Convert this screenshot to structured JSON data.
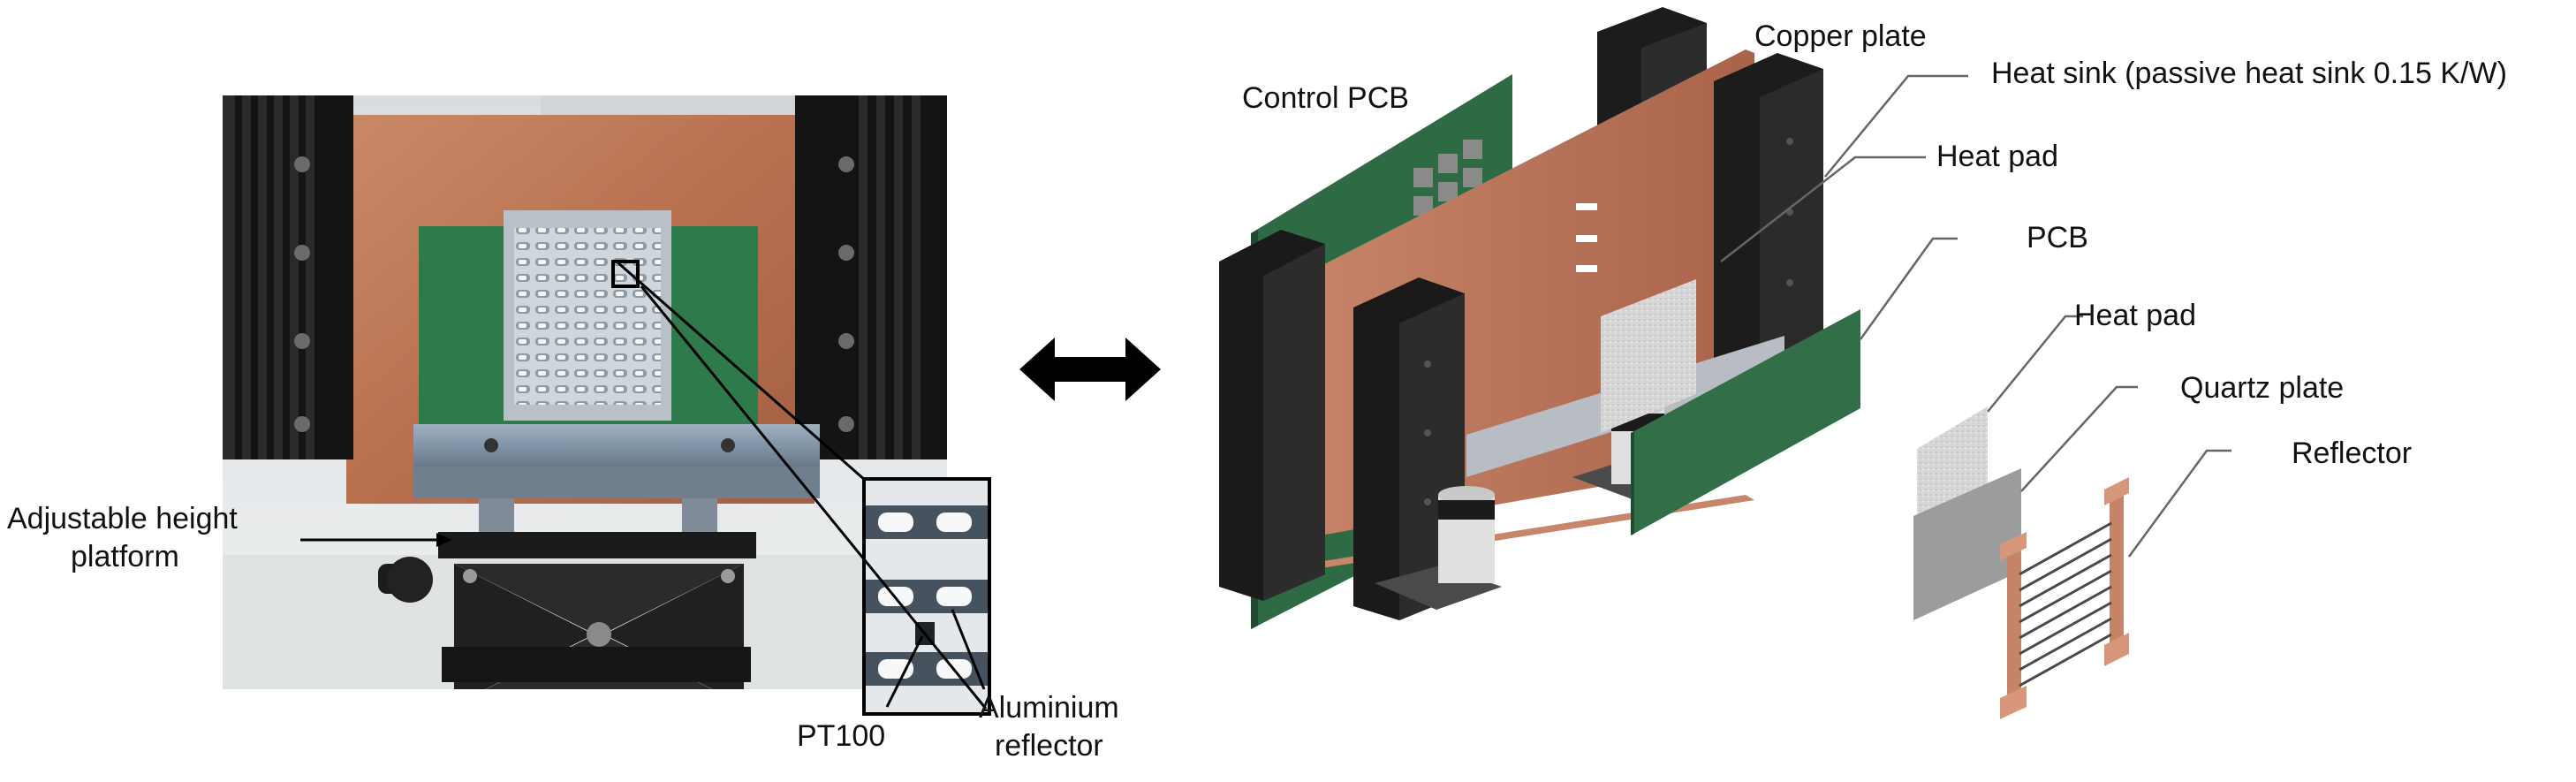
{
  "labels": {
    "adjustable_height_platform": [
      "Adjustable height",
      "platform"
    ],
    "pt100": "PT100",
    "aluminium_reflector": [
      "Aluminium",
      "reflector"
    ],
    "control_pcb": "Control PCB",
    "copper_plate": "Copper plate",
    "heat_sink": "Heat sink (passive heat sink 0.15 K/W)",
    "heat_pad_1": "Heat pad",
    "pcb": "PCB",
    "heat_pad_2": "Heat pad",
    "quartz_plate": "Quartz plate",
    "reflector": "Reflector"
  },
  "colors": {
    "copper": "#b8704f",
    "copper_dark": "#8f4f36",
    "heatsink": "#1a1a1a",
    "pcb_green": "#2f6b45",
    "aluminium": "#c9ced3",
    "arrow": "#000000",
    "leader": "#555555"
  }
}
